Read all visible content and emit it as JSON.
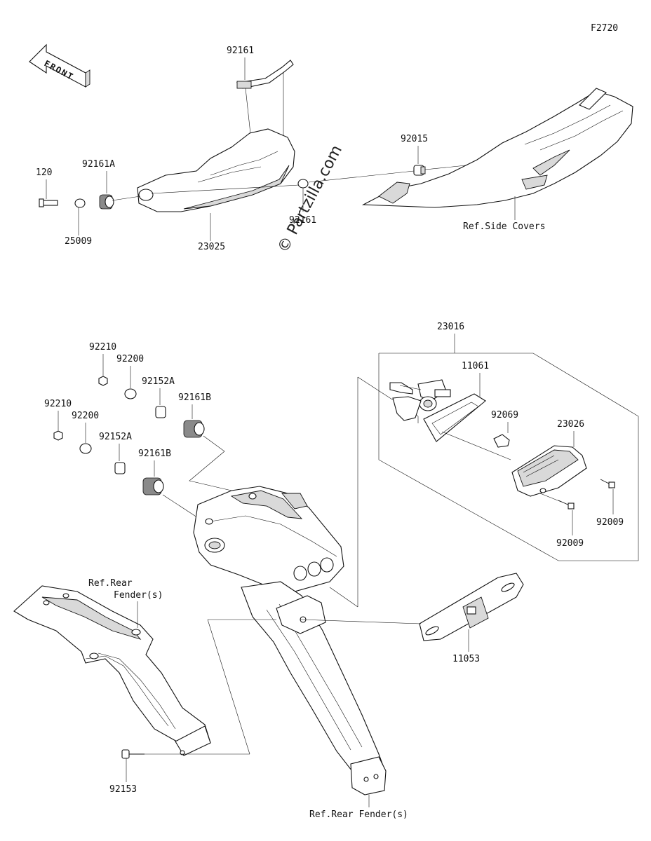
{
  "figure_code": "F2720",
  "direction_label": "FRONT",
  "watermark": "© Partzilla.com",
  "labels": {
    "p92161": "92161",
    "p120": "120",
    "p92161A": "92161A",
    "p25009": "25009",
    "p23025": "23025",
    "p92015": "92015",
    "p92161_mid": "92161",
    "ref_side_covers": "Ref.Side Covers",
    "p23016": "23016",
    "p11061": "11061",
    "p92069": "92069",
    "p23026": "23026",
    "p92009_a": "92009",
    "p92009_b": "92009",
    "p11053": "11053",
    "p92210_a": "92210",
    "p92200_a": "92200",
    "p92152A_a": "92152A",
    "p92161B_a": "92161B",
    "p92210_b": "92210",
    "p92200_b": "92200",
    "p92152A_b": "92152A",
    "p92161B_b": "92161B",
    "ref_rear_fender_1": "Ref.Rear",
    "ref_rear_fender_2": "Fender(s)",
    "p92153": "92153",
    "ref_rear_fender_bottom": "Ref.Rear Fender(s)"
  }
}
